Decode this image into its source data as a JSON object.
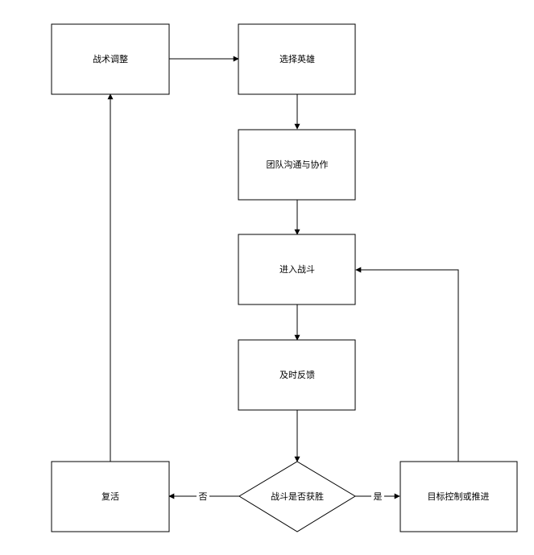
{
  "diagram": {
    "nodes": {
      "tactics_adjust": "战术调整",
      "select_hero": "选择英雄",
      "team_comm": "团队沟通与协作",
      "enter_battle": "进入战斗",
      "timely_feedback": "及时反馈",
      "battle_won": "战斗是否获胜",
      "revive": "复活",
      "objective_push": "目标控制或推进"
    },
    "edge_labels": {
      "no": "否",
      "yes": "是"
    }
  }
}
